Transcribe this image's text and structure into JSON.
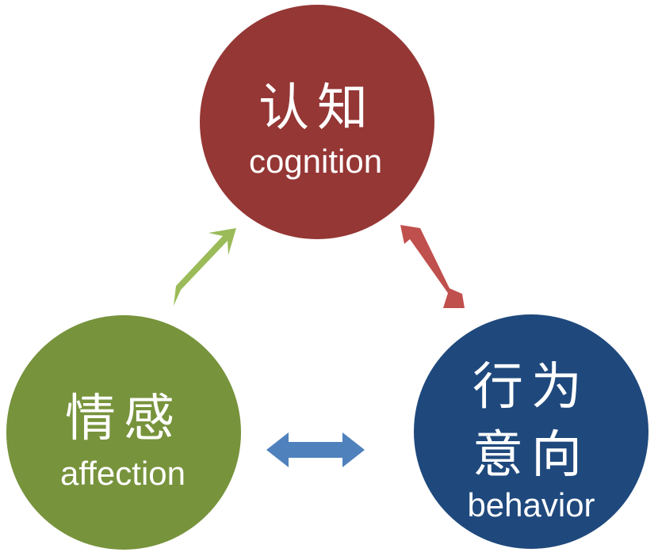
{
  "nodes": {
    "cognition": {
      "zh": "认知",
      "en": "cognition",
      "color": "#953735"
    },
    "affection": {
      "zh": "情感",
      "en": "affection",
      "color": "#77933c"
    },
    "behavior": {
      "zh_line1": "行为",
      "zh_line2": "意向",
      "en": "behavior",
      "color": "#1f497d"
    }
  },
  "arrows": {
    "cognition_affection": {
      "color": "#9bbb59"
    },
    "cognition_behavior": {
      "color": "#c0504d"
    },
    "affection_behavior": {
      "color": "#4f81bd"
    }
  }
}
